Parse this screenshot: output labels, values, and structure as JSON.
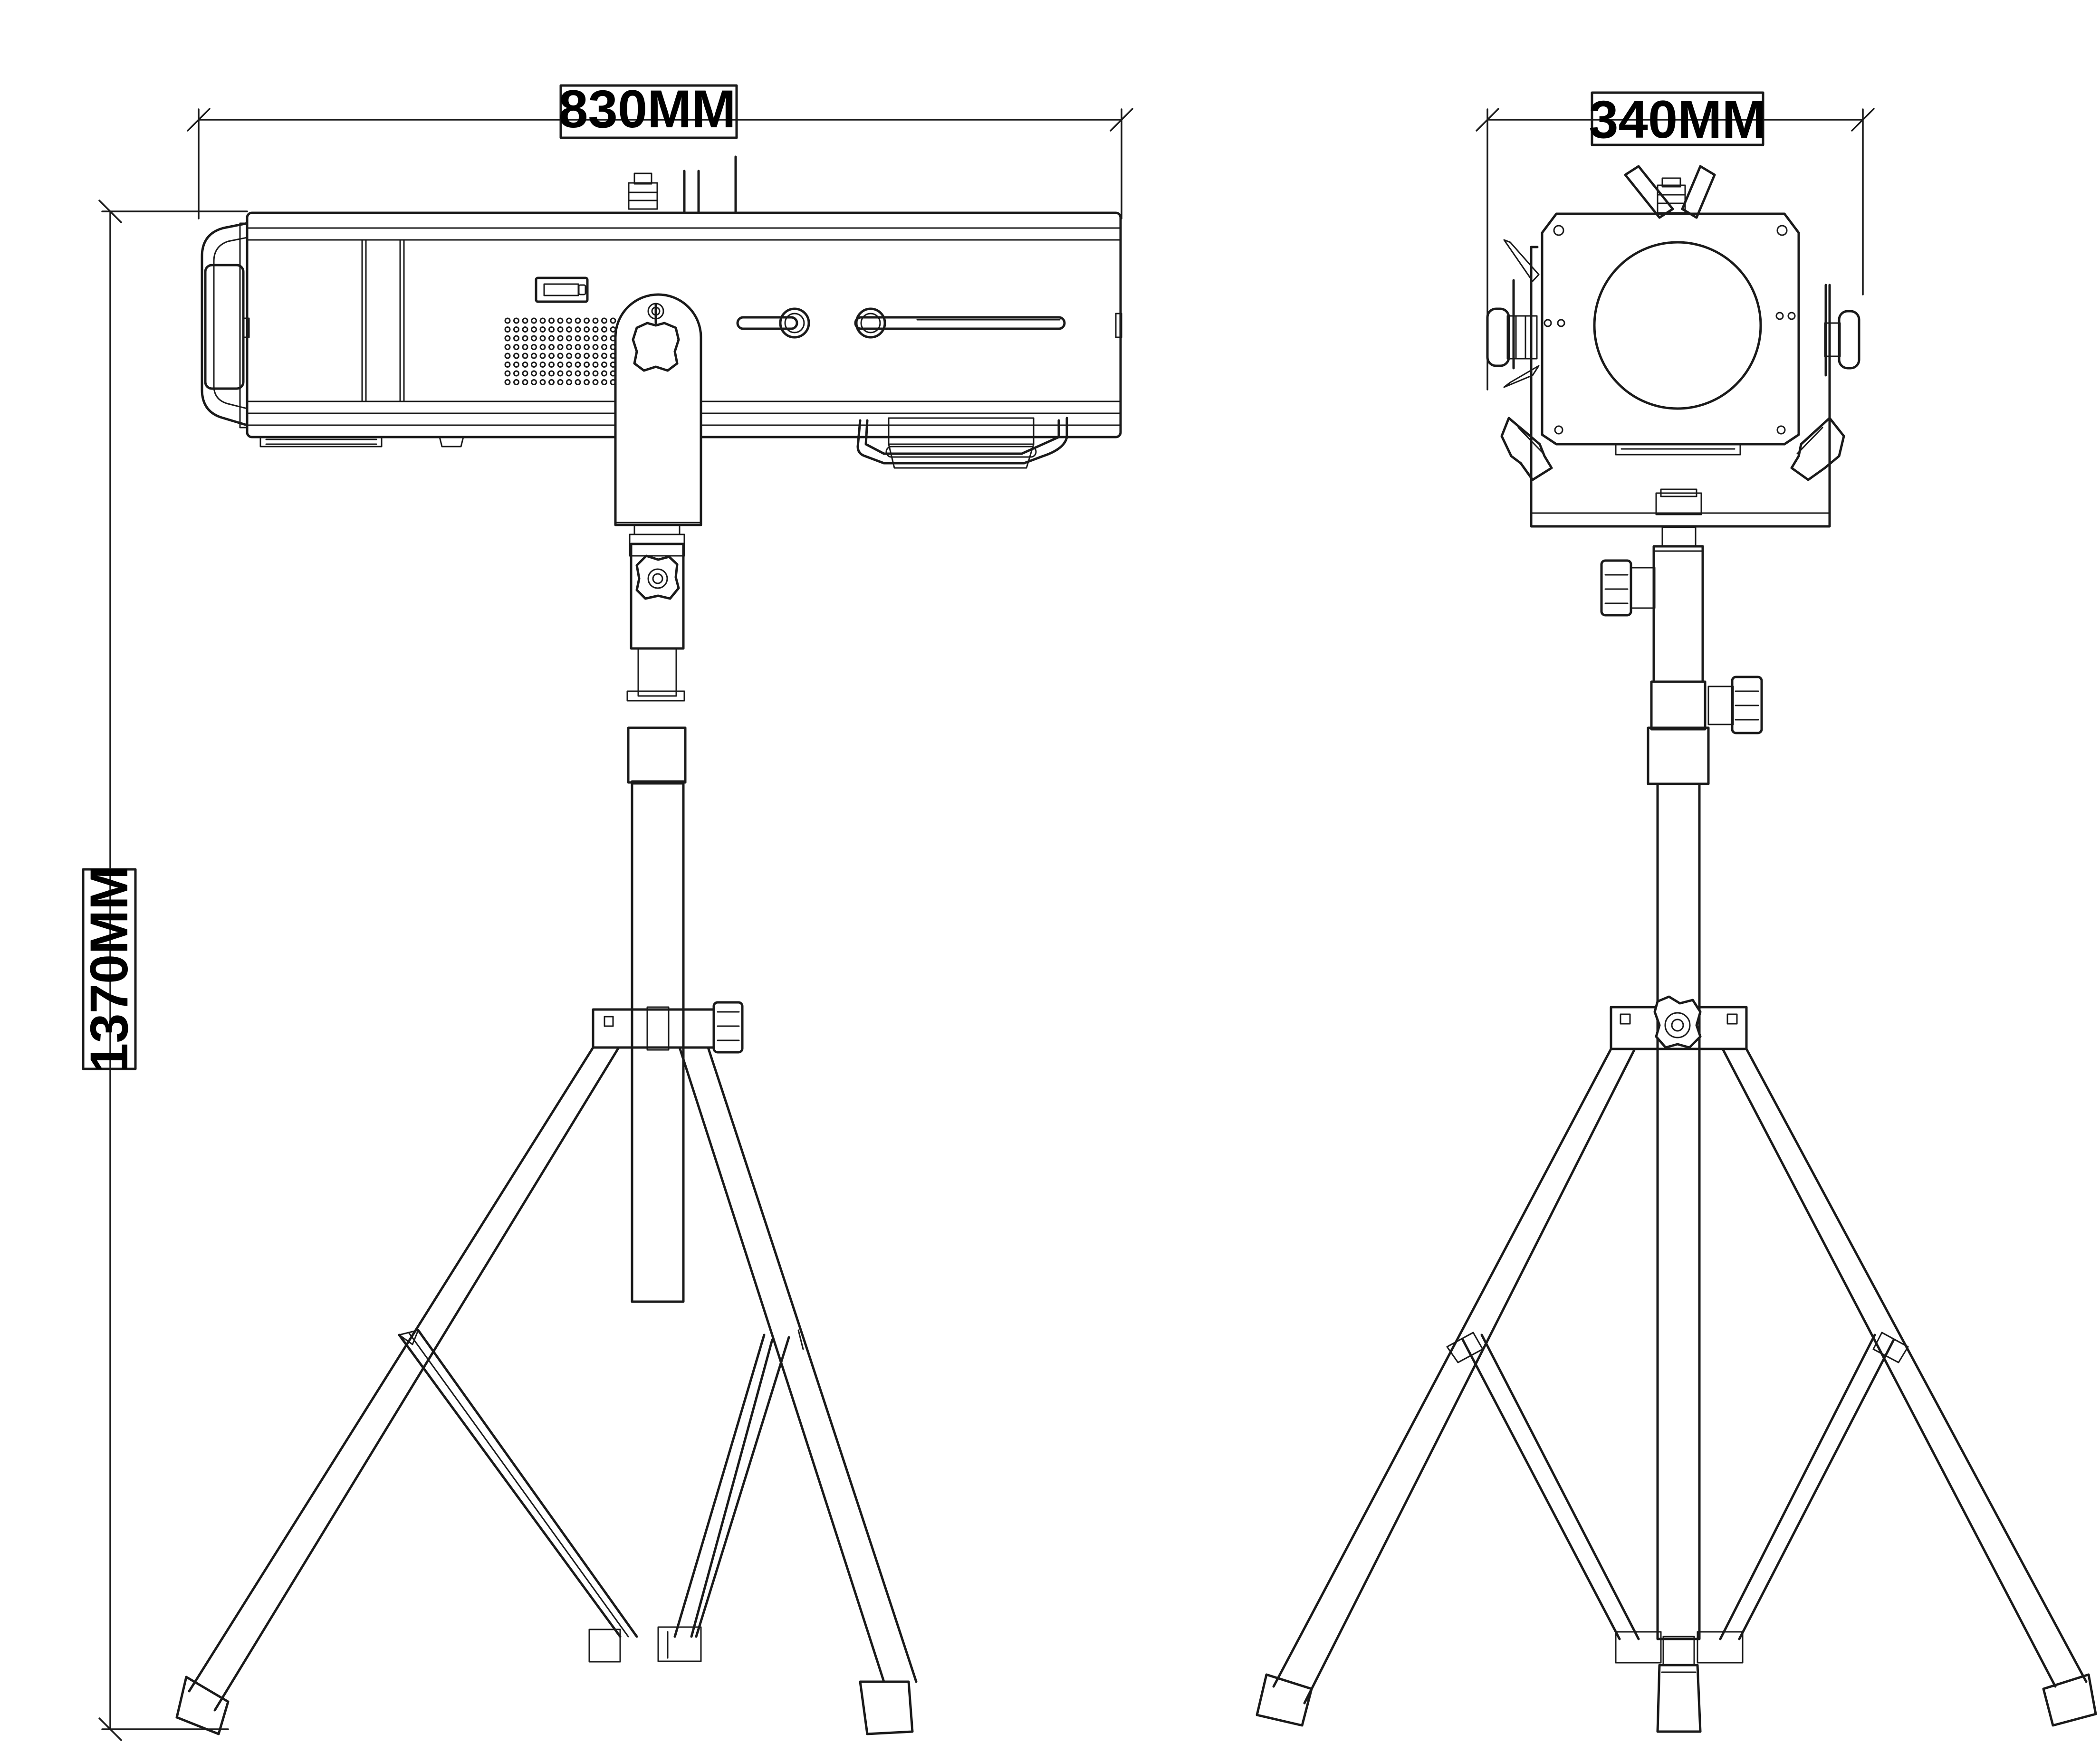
{
  "dimensions": {
    "length": "830MM",
    "width": "340MM",
    "height": "1370MM"
  },
  "colors": {
    "line": "#1a1a1a",
    "background": "#ffffff"
  },
  "views": [
    "side-view",
    "front-view"
  ]
}
